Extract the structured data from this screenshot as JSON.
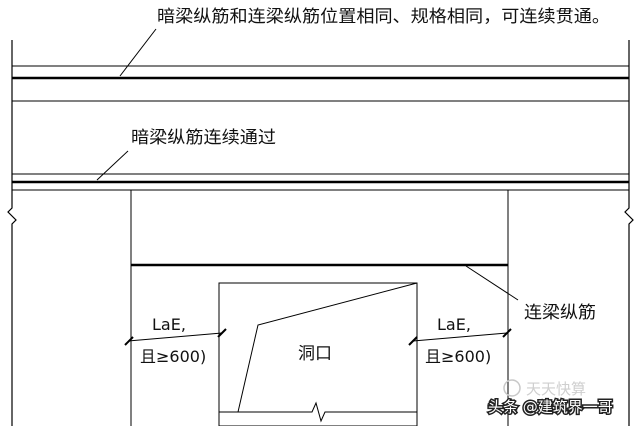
{
  "annotations": {
    "top_note": "暗梁纵筋和连梁纵筋位置相同、规格相同，可连续贯通。",
    "middle_note": "暗梁纵筋连续通过",
    "right_note": "连梁纵筋"
  },
  "left_anchor": {
    "line1": "LaE,",
    "line2": "且≥600)"
  },
  "right_anchor": {
    "line1": "LaE,",
    "line2": "且≥600)"
  },
  "opening_label": "洞口",
  "watermark": {
    "faint_text": "天天快算",
    "caption": "头条 @建筑界一哥"
  }
}
